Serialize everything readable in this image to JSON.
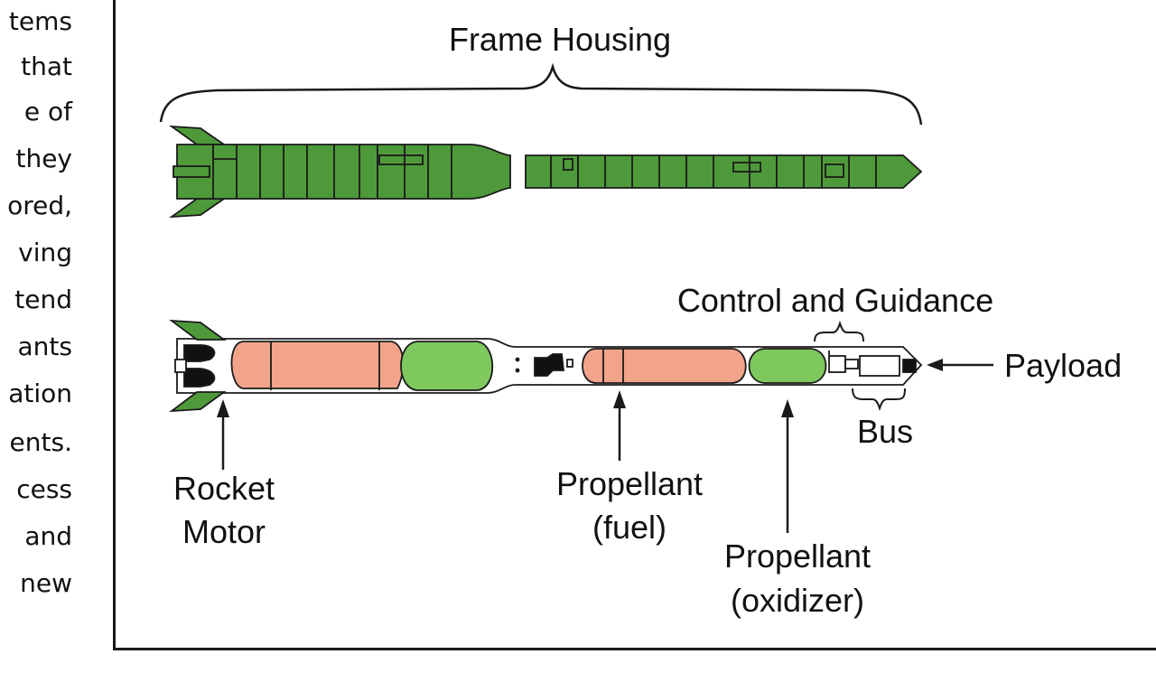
{
  "side_text": {
    "lines": [
      "tems",
      "that",
      "e of",
      "they",
      "ored,",
      "ving",
      "tend",
      "ants",
      "ation",
      "ents.",
      "cess",
      "and",
      "new"
    ]
  },
  "diagram": {
    "labels": {
      "frame_housing": "Frame Housing",
      "control_guidance": "Control and Guidance",
      "payload": "Payload",
      "bus": "Bus",
      "rocket_motor": [
        "Rocket",
        "Motor"
      ],
      "propellant_fuel": [
        "Propellant",
        "(fuel)"
      ],
      "propellant_oxidizer": [
        "Propellant",
        "(oxidizer)"
      ]
    },
    "colors": {
      "body_green": "#4e9a3a",
      "tank_green": "#7ec85e",
      "tank_pink": "#f2a48a",
      "outline": "#1a1a1a"
    }
  }
}
